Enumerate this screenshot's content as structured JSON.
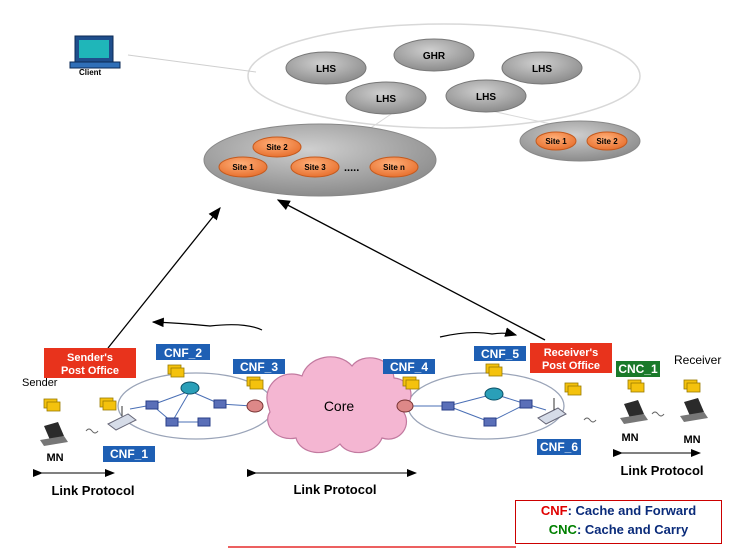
{
  "top": {
    "client_label": "Client",
    "ghr_label": "GHR",
    "lhs_labels": [
      "LHS",
      "LHS",
      "LHS",
      "LHS"
    ]
  },
  "sites_main": {
    "site_labels": [
      "Site 2",
      "Site 1",
      "Site 3",
      "Site n"
    ],
    "ellipsis": "....."
  },
  "sites_right": {
    "site_labels": [
      "Site 1",
      "Site 2"
    ]
  },
  "network": {
    "sender_post_office": [
      "Sender's",
      "Post Office"
    ],
    "receiver_post_office": [
      "Receiver's",
      "Post Office"
    ],
    "sender_label": "Sender",
    "receiver_label": "Receiver",
    "core_label": "Core",
    "cnf_labels": [
      "CNF_1",
      "CNF_2",
      "CNF_3",
      "CNF_4",
      "CNF_5",
      "CNF_6"
    ],
    "cnc_label": "CNC_1",
    "mn_labels": [
      "MN",
      "MN",
      "MN"
    ],
    "link_protocol_labels": [
      "Link Protocol",
      "Link Protocol",
      "Link Protocol"
    ]
  },
  "legend": {
    "cnf_term": "CNF",
    "cnf_def": ": Cache and Forward",
    "cnc_term": "CNC",
    "cnc_def": ": Cache and Carry"
  },
  "colors": {
    "server_gray": "#a9a9a9",
    "site_orange": "#f08a4b",
    "post_office_red": "#e8331c",
    "cnf_blue": "#1e5fb4",
    "cnc_green": "#1a7a2a",
    "core_pink": "#f4b6d2",
    "folder_yellow": "#f4c20d"
  }
}
